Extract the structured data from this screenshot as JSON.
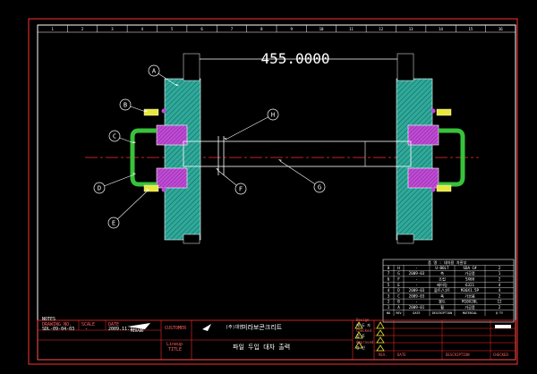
{
  "dimension": {
    "text": "455.0000"
  },
  "balloons": [
    "A",
    "B",
    "C",
    "D",
    "E",
    "F",
    "G",
    "H"
  ],
  "top_ruler": [
    "1",
    "2",
    "3",
    "4",
    "5",
    "6",
    "7",
    "8",
    "9",
    "10",
    "11",
    "12",
    "13",
    "14",
    "15",
    "16"
  ],
  "parts_list": {
    "header": [
      "품 명 :  대차용 차륜부"
    ],
    "columns": [
      "NO",
      "REV",
      "DATE",
      "DESCRIPTION",
      "MATERIAL",
      "Q'TY"
    ],
    "rows": [
      [
        "8",
        "H",
        "-",
        "U-BOLT",
        "SDA C#",
        "2"
      ],
      [
        "7",
        "G",
        "2009-03",
        "축",
        "가공품",
        "1"
      ],
      [
        "6",
        "F",
        "-",
        "조립",
        "SX60",
        "2"
      ],
      [
        "5",
        "E",
        "-",
        "베어링",
        "6321",
        "4"
      ],
      [
        "4",
        "D",
        "2009-03",
        "볼트/너트",
        "M30X1.5P",
        "4"
      ],
      [
        "3",
        "C",
        "2009-03",
        "축",
        "가공품",
        "2"
      ],
      [
        "2",
        "B",
        "-",
        "볼트",
        "M10X20L",
        "12"
      ],
      [
        "1",
        "A",
        "2009-01",
        "휠",
        "가공품",
        "2"
      ]
    ]
  },
  "title_block": {
    "drawing_no_label": "DRAWING NO.",
    "drawing_no": "SDL-09-04-03",
    "scale_label": "SCALE",
    "scale": "-",
    "date_label": "DATE",
    "date": "2009.11.31",
    "customer_label": "CUSTOMER",
    "company_small": "(주)대한",
    "company_name": "미라보콘크리트",
    "title_label": "TITLE",
    "title_prefix": "Lineup",
    "title": "파일 두입 대차 출력",
    "sign_labels": [
      "Design",
      "제 도 자",
      "Checked",
      "검 토",
      "Approved",
      "승 인"
    ],
    "notes_title": "NOTES",
    "logo_text": "MIRABO",
    "rev_footer": [
      "REV.",
      "DATE",
      "DESCRIPTION",
      "CHECKED"
    ]
  },
  "colors": {
    "border": "#ffffff",
    "wheel": "#2fa99a",
    "bearing": "#c04bd6",
    "guard": "#38c23a",
    "centerline": "#ff3030",
    "bolt": "#e8e83a",
    "title_box": "#ff2a2a",
    "dimension": "#ffffff"
  },
  "icons": [
    "warning-triangle-icon",
    "logo-icon"
  ]
}
